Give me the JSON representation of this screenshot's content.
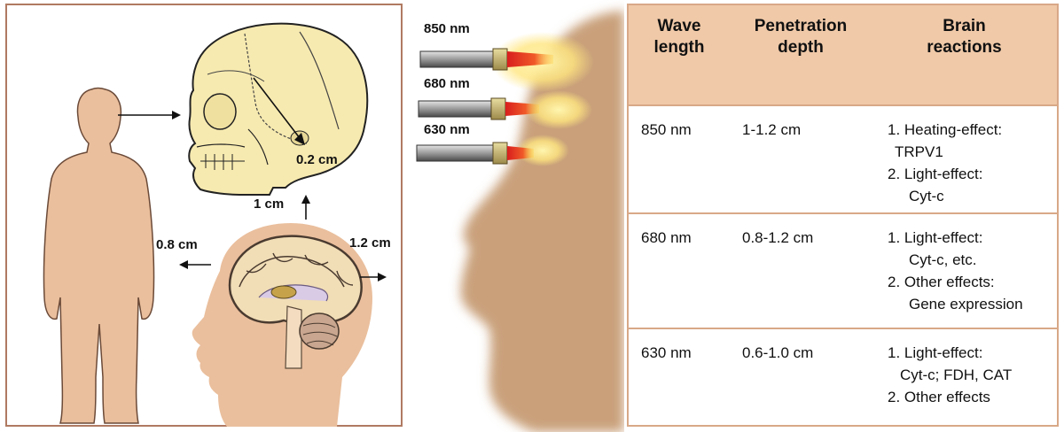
{
  "left_panel": {
    "labels": {
      "skull_depth": "0.2 cm",
      "top_depth": "1 cm",
      "back_depth": "0.8 cm",
      "front_depth": "1.2 cm"
    },
    "colors": {
      "skin": "#eabf9d",
      "bone": "#f7eab0",
      "frame": "#b07a62"
    }
  },
  "middle_panel": {
    "probes": [
      {
        "wavelength": "850 nm"
      },
      {
        "wavelength": "680 nm"
      },
      {
        "wavelength": "630 nm"
      }
    ],
    "colors": {
      "head": "#c9a07a",
      "beam": "#e83a1f",
      "glow": "#fff2a0"
    }
  },
  "table": {
    "headers": {
      "wavelength": [
        "Wave",
        "length"
      ],
      "depth": [
        "Penetration",
        "depth"
      ],
      "reactions": [
        "Brain",
        "reactions"
      ]
    },
    "rows": [
      {
        "wavelength": "850 nm",
        "depth": "1-1.2 cm",
        "reactions": [
          {
            "item": "1. Heating-effect:",
            "sub": "TRPV1"
          },
          {
            "item": "2. Light-effect:",
            "sub": "Cyt-c"
          }
        ]
      },
      {
        "wavelength": "680 nm",
        "depth": "0.8-1.2 cm",
        "reactions": [
          {
            "item": "1. Light-effect:",
            "sub": "Cyt-c, etc."
          },
          {
            "item": "2. Other effects:",
            "sub": "Gene expression"
          }
        ]
      },
      {
        "wavelength": "630 nm",
        "depth": "0.6-1.0 cm",
        "reactions": [
          {
            "item": "1. Light-effect:",
            "sub": "Cyt-c; FDH, CAT"
          },
          {
            "item": "2. Other effects",
            "sub": ""
          }
        ]
      }
    ],
    "colors": {
      "header_bg": "#f0c9a8",
      "border": "#d8a887"
    }
  }
}
